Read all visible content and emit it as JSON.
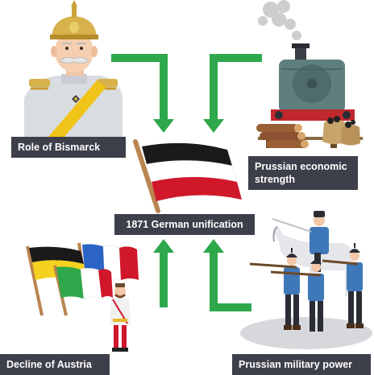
{
  "diagram": {
    "center": {
      "label": "1871 German unification"
    },
    "factors": [
      {
        "id": "bismarck",
        "label": "Role of Bismarck",
        "icon": "bismarck-portrait-icon"
      },
      {
        "id": "economic",
        "label": "Prussian economic strength",
        "icon": "steam-locomotive-icon"
      },
      {
        "id": "austria",
        "label": "Decline of Austria",
        "icon": "flags-and-austrian-officer-icon"
      },
      {
        "id": "military",
        "label": "Prussian military power",
        "icon": "prussian-soldiers-icon"
      }
    ],
    "center_icon": "german-imperial-flag-icon"
  },
  "colors": {
    "arrow": "#2ea84a",
    "label_bg": "#3d3f4a",
    "label_text": "#ffffff",
    "flag_black": "#1a1a1a",
    "flag_white": "#ffffff",
    "flag_red": "#d0182a",
    "uniform_blue": "#3f78b8",
    "helmet_gold": "#d7b24a",
    "pole_brown": "#b9844e"
  }
}
